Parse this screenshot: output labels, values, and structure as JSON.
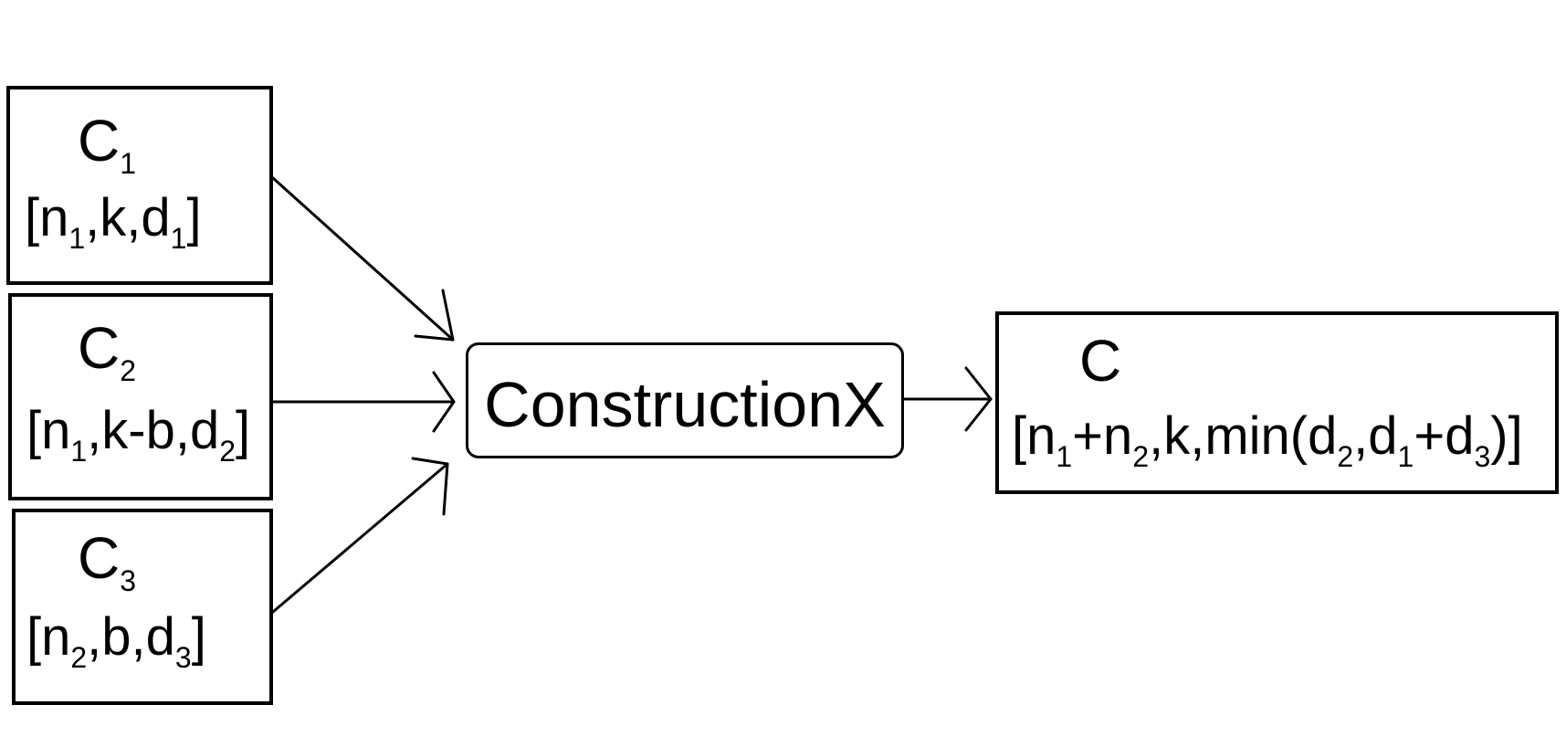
{
  "codes": {
    "c1": {
      "name": "C",
      "name_sub": "1",
      "params": {
        "open": "[n",
        "s1": "1",
        "mid": ",k,d",
        "s2": "1",
        "close": "]"
      }
    },
    "c2": {
      "name": "C",
      "name_sub": "2",
      "params": {
        "open": "[n",
        "s1": "1",
        "mid": ",k-b,d",
        "s2": "2",
        "close": "]"
      }
    },
    "c3": {
      "name": "C",
      "name_sub": "3",
      "params": {
        "open": "[n",
        "s1": "2",
        "mid": ",b,d",
        "s2": "3",
        "close": "]"
      }
    }
  },
  "construction": {
    "label": "ConstructionX"
  },
  "output": {
    "name": "C",
    "params": {
      "p1": "[n",
      "s1": "1",
      "p2": "+n",
      "s2": "2",
      "p3": ",k,min(d",
      "s3": "2",
      "p4": ",d",
      "s4": "1",
      "p5": "+d",
      "s5": "3",
      "p6": ")]"
    }
  },
  "colors": {
    "stroke": "#000000",
    "background": "#ffffff"
  }
}
